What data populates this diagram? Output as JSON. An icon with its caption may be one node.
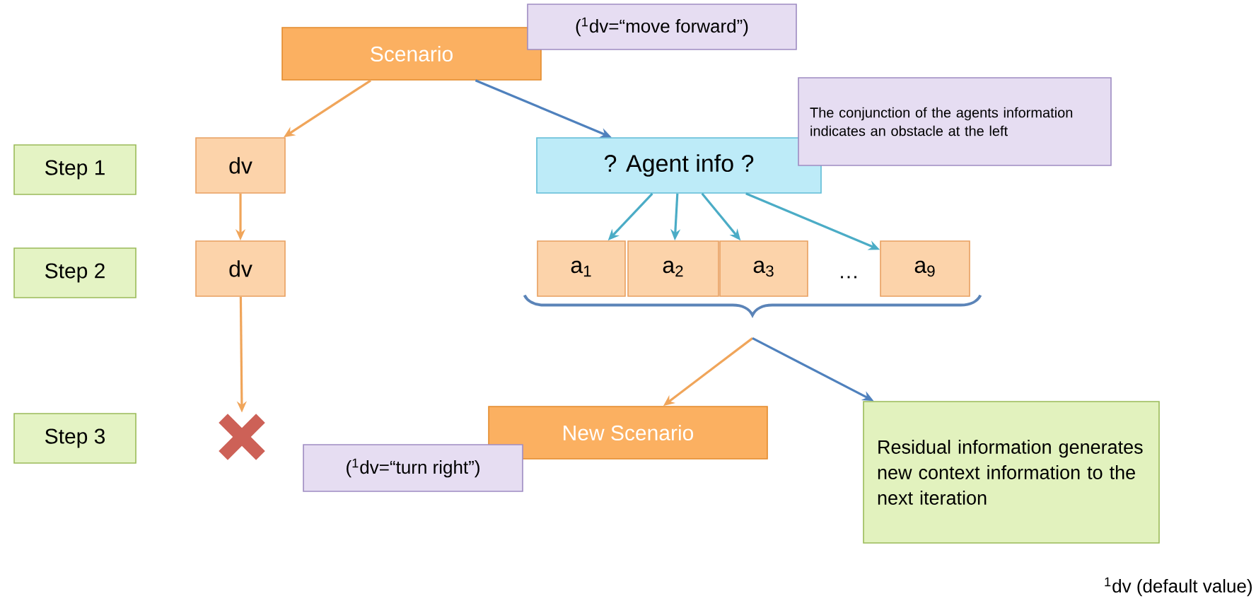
{
  "diagram": {
    "nodes": [
      {
        "text": [
          "Scenario"
        ]
      },
      {
        "text": [
          "($^{1}$dv=“move forward”)"
        ]
      },
      {
        "text": [
          "Step 1"
        ]
      },
      {
        "text": [
          "dv"
        ]
      },
      {
        "text": [
          "? Agent info ?"
        ]
      },
      {
        "text": [
          "The conjunction of the agents information indicates an obstacle at the left"
        ]
      },
      {
        "text": [
          "Step 2"
        ]
      },
      {
        "text": [
          "dv"
        ]
      },
      {
        "text": [
          "a$_{1}$"
        ]
      },
      {
        "text": [
          "a$_{2}$"
        ]
      },
      {
        "text": [
          "a$_{3}$"
        ]
      },
      {
        "text": [
          "a$_{9}$"
        ]
      },
      {
        "text": [
          "Step 3"
        ]
      },
      {
        "text": [],
        "shape": "cross"
      },
      {
        "text": [],
        "shape": "brace"
      },
      {
        "text": [
          "New Scenario"
        ]
      },
      {
        "text": [
          "($^{1}$dv=“turn right”)"
        ]
      },
      {
        "text": [
          "Residual information generates new context information to the next iteration"
        ]
      }
    ],
    "edges": [
      {
        "from": 0,
        "to": 3,
        "arrow": "to"
      },
      {
        "from": 0,
        "to": 4,
        "arrow": "to",
        "color": "#4f81bd"
      },
      {
        "from": 3,
        "to": 7,
        "arrow": "to"
      },
      {
        "from": 7,
        "to": 13,
        "arrow": "to"
      },
      {
        "from": 4,
        "to": 8,
        "arrow": "to",
        "color": "#4bacc6"
      },
      {
        "from": 4,
        "to": 9,
        "arrow": "to",
        "color": "#4bacc6"
      },
      {
        "from": 4,
        "to": 10,
        "arrow": "to",
        "color": "#4bacc6"
      },
      {
        "from": 4,
        "to": 11,
        "arrow": "to",
        "color": "#4bacc6"
      },
      {
        "from": 14,
        "to": 15,
        "arrow": "to"
      },
      {
        "from": 14,
        "to": 17,
        "arrow": "to",
        "color": "#4f81bd"
      }
    ],
    "labels": [
      "…",
      "$^{1}$dv (default value)"
    ]
  }
}
